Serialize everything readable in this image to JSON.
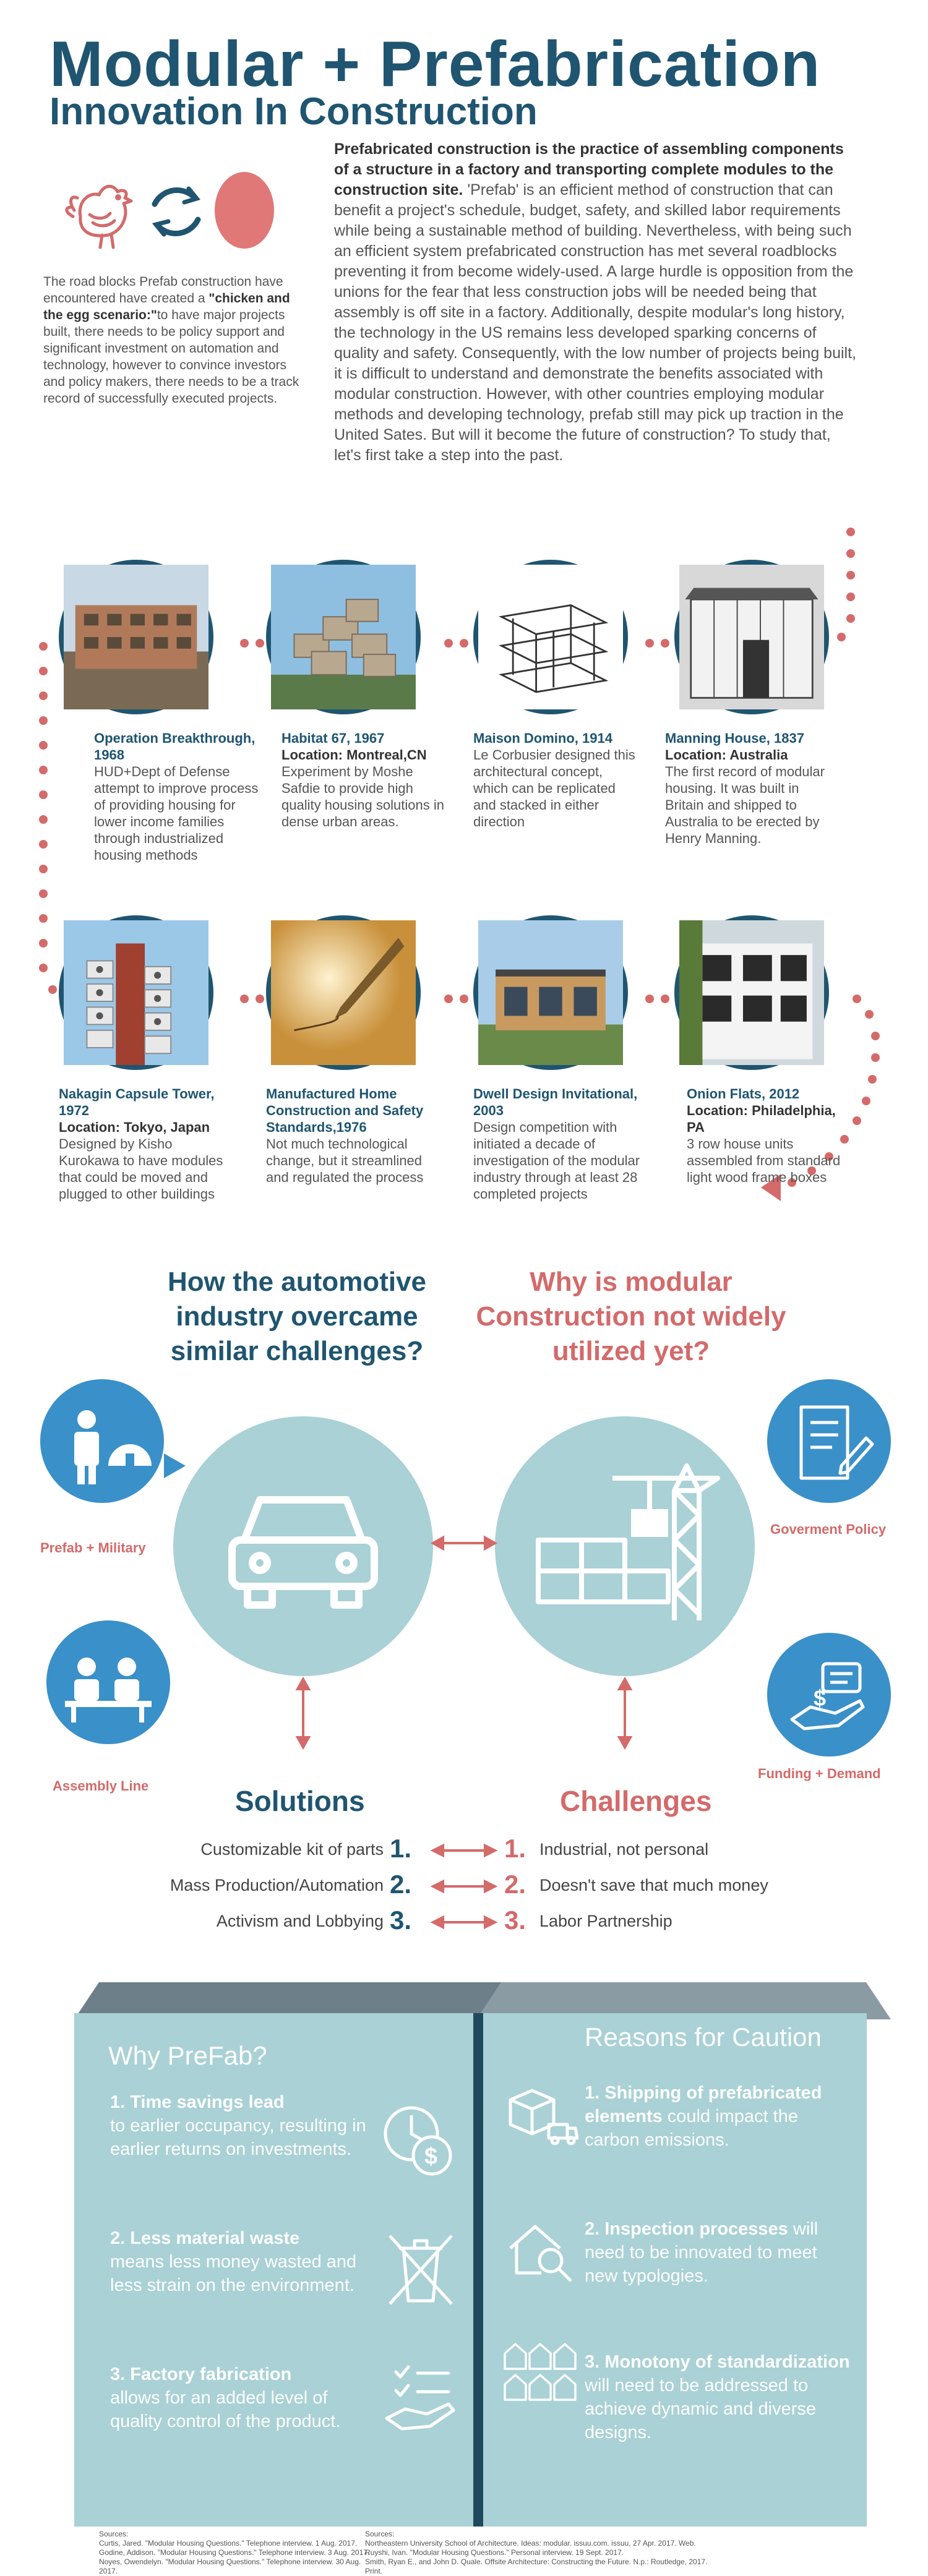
{
  "header": {
    "title": "Modular + Prefabrication",
    "subtitle": "Innovation In Construction"
  },
  "intro": {
    "bold": "Prefabricated construction is the practice of assembling components of a structure in a factory and transporting complete modules to the construction site.",
    "body": " 'Prefab' is an efficient method of construction that can benefit a project's schedule, budget, safety, and skilled labor requirements while being a sustainable method of building. Nevertheless, with being such an efficient system prefabricated construction has met several roadblocks preventing it from become widely-used. A large hurdle is opposition from the unions for the fear that less construction jobs will be needed being that assembly is off site in a factory. Additionally, despite modular's long history, the technology in the US remains less developed sparking concerns of quality and safety. Consequently, with the low number of projects being built, it is difficult to understand and demonstrate the benefits associated with modular construction. However, with other countries employing modular methods and developing technology, prefab still may pick up traction in the United Sates. But will it become the future of construction? To study that, let's first take a step into the past."
  },
  "side_note": {
    "pre": "The road blocks Prefab construction have encountered have created a ",
    "bold": "\"chicken and the egg scenario:\"",
    "post": "to have major projects built, there needs to be policy support and significant investment on automation and technology, however to convince investors and policy makers, there needs to be a track record of successfully executed projects."
  },
  "timeline_row1": [
    {
      "title": "Operation Breakthrough, 1968",
      "location": "",
      "desc": "HUD+Dept of Defense attempt to improve process of providing housing for lower income families through industrialized housing methods"
    },
    {
      "title": "Habitat 67, 1967",
      "location": "Location: Montreal,CN",
      "desc": "Experiment by Moshe Safdie to provide high quality housing solutions in dense urban areas."
    },
    {
      "title": "Maison Domino, 1914",
      "location": "",
      "desc": "Le Corbusier designed this architectural concept, which can be replicated and stacked in either direction"
    },
    {
      "title": "Manning House, 1837",
      "location": "Location: Australia",
      "desc": "The first record of modular housing. It was built in Britain and shipped to Australia to be erected by Henry Manning."
    }
  ],
  "timeline_row2": [
    {
      "title": "Nakagin Capsule Tower, 1972",
      "location": "Location: Tokyo, Japan",
      "desc": "Designed by Kisho Kurokawa to have modules that could be moved and plugged to other buildings"
    },
    {
      "title": "Manufactured Home Construction and Safety Standards,1976",
      "location": "",
      "desc": "Not much technological change, but it streamlined and regulated the process"
    },
    {
      "title": "Dwell Design Invitational, 2003",
      "location": "",
      "desc": "Design competition with initiated a decade of investigation of the modular industry through at least 28 completed projects"
    },
    {
      "title": "Onion Flats, 2012",
      "location": "Location: Philadelphia, PA",
      "desc": "3 row house units assembled from standard light wood frame boxes"
    }
  ],
  "questions": {
    "left": "How the automotive industry overcame similar challenges?",
    "right": "Why is modular Construction not widely utilized yet?"
  },
  "satellites": {
    "military": "Prefab + Military",
    "assembly": "Assembly Line",
    "policy": "Goverment Policy",
    "funding": "Funding + Demand"
  },
  "comparison": {
    "solutions_title": "Solutions",
    "challenges_title": "Challenges",
    "rows": [
      {
        "num": "1.",
        "solution": "Customizable kit of parts",
        "challenge": "Industrial, not personal"
      },
      {
        "num": "2.",
        "solution": "Mass Production/Automation",
        "challenge": "Doesn't save that much money"
      },
      {
        "num": "3.",
        "solution": "Activism and Lobbying",
        "challenge": "Labor Partnership"
      }
    ]
  },
  "why_prefab": {
    "title": "Why PreFab?",
    "items": [
      {
        "head": "1. Time savings lead",
        "body": "to earlier occupancy, resulting in earlier returns on investments."
      },
      {
        "head": "2. Less material waste",
        "body": "means less money wasted and less strain on the environment."
      },
      {
        "head": "3. Factory fabrication",
        "body": "allows for an added level of quality control of the product."
      }
    ]
  },
  "caution": {
    "title": "Reasons for Caution",
    "items": [
      {
        "head": "1. Shipping of prefabricated elements",
        "body": "could impact the carbon emissions."
      },
      {
        "head": "2. Inspection processes",
        "body": "will need to be innovated to meet new typologies."
      },
      {
        "head": "3. Monotony of standardization",
        "body": "will need to be addressed to achieve dynamic and diverse designs."
      }
    ]
  },
  "sources": {
    "left_label": "Sources:",
    "left": [
      "Curtis, Jared. \"Modular Housing Questions.\" Telephone interview. 1 Aug. 2017.",
      "Godine, Addison. \"Modular Housing Questions.\" Telephone interview. 3 Aug. 2017.",
      "Noyes, Owendelyn. \"Modular Housing Questions.\" Telephone interview. 30 Aug. 2017."
    ],
    "right_label": "Sources:",
    "right": [
      "Northeastern University School of Architecture. Ideas: modular. issuu.com. issuu, 27 Apr. 2017. Web.",
      "Ruyshi, Ivan. \"Modular Housing Questions.\" Personal interview. 19 Sept. 2017.",
      "Smith, Ryan E., and John D. Quale. Offsite Architecture: Constructing the Future. N.p.: Routledge, 2017. Print."
    ]
  },
  "colors": {
    "navy": "#1f5570",
    "coral": "#d46a6a",
    "teal_light": "#a9d1d6",
    "blue_accent": "#3a90c9"
  }
}
